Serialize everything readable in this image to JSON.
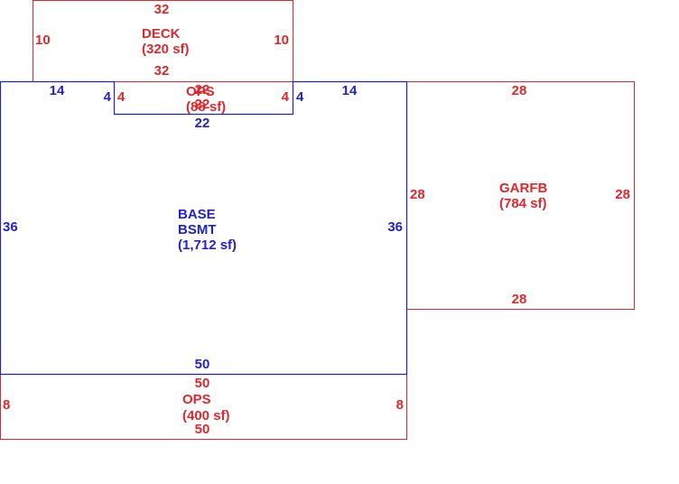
{
  "colors": {
    "red": "#e0282c",
    "blue": "#2222cc"
  },
  "areas": {
    "deck": {
      "name": "DECK",
      "area": "(320 sf)",
      "dim_top": "32",
      "dim_bottom": "32",
      "dim_left": "10",
      "dim_right": "10"
    },
    "ops_small": {
      "name": "OPS",
      "area": "(88 sf)",
      "dim_top": "22",
      "dim_bottom": "22",
      "dim_left": "4",
      "dim_right": "4"
    },
    "base": {
      "name_line1": "BASE",
      "name_line2": "BSMT",
      "area": "(1,712 sf)",
      "dim_top_left": "14",
      "dim_top_right": "14",
      "dim_notch_left": "4",
      "dim_notch_right": "4",
      "dim_notch_bottom": "22",
      "dim_left": "36",
      "dim_right": "36",
      "dim_bottom": "50"
    },
    "garage": {
      "name": "GARFB",
      "area": "(784 sf)",
      "dim_top": "28",
      "dim_bottom": "28",
      "dim_left": "28",
      "dim_right": "28"
    },
    "ops_large": {
      "name": "OPS",
      "area": "(400 sf)",
      "dim_top": "50",
      "dim_bottom": "50",
      "dim_left": "8",
      "dim_right": "8"
    }
  }
}
